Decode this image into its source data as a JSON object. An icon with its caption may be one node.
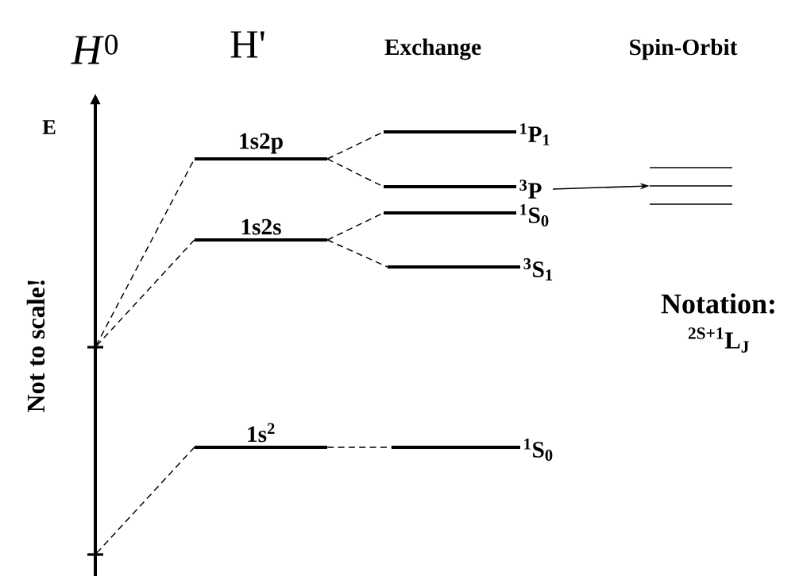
{
  "diagram": {
    "nodes": [
      {
        "text": [],
        "shape": "tick"
      },
      {
        "text": [],
        "shape": "tick"
      },
      {
        "text": [
          "1s2p"
        ]
      },
      {
        "text": [
          "1s2s"
        ]
      },
      {
        "text": [
          "1s$^{2}$"
        ]
      },
      {
        "text": [
          "$^{1}$P$_{1}$"
        ]
      },
      {
        "text": [
          "$^{3}$P"
        ]
      },
      {
        "text": [
          "$^{1}$S$_{0}$"
        ]
      },
      {
        "text": [
          "$^{3}$S$_{1}$"
        ]
      },
      {
        "text": [
          "$^{1}$S$_{0}$"
        ]
      },
      {
        "text": [],
        "shape": "bar"
      }
    ],
    "edges": [
      {
        "from": 0,
        "to": 2,
        "arrow": "none",
        "style": "dashed"
      },
      {
        "from": 0,
        "to": 3,
        "arrow": "none",
        "style": "dashed"
      },
      {
        "from": 1,
        "to": 4,
        "arrow": "none",
        "style": "dashed"
      },
      {
        "from": 2,
        "to": 5,
        "arrow": "none",
        "style": "dashed"
      },
      {
        "from": 2,
        "to": 6,
        "arrow": "none",
        "style": "dashed"
      },
      {
        "from": 3,
        "to": 7,
        "arrow": "none",
        "style": "dashed"
      },
      {
        "from": 3,
        "to": 8,
        "arrow": "none",
        "style": "dashed"
      },
      {
        "from": 4,
        "to": 9,
        "arrow": "none",
        "style": "dashed"
      },
      {
        "from": 6,
        "to": 10,
        "arrow": "to"
      }
    ],
    "labels": [
      "*H*$^{0}$",
      "H'",
      "Exchange",
      "Spin-Orbit",
      "E",
      "Not to scale!",
      "Notation:",
      "$^{2S+1}$L$_{J}$"
    ]
  }
}
